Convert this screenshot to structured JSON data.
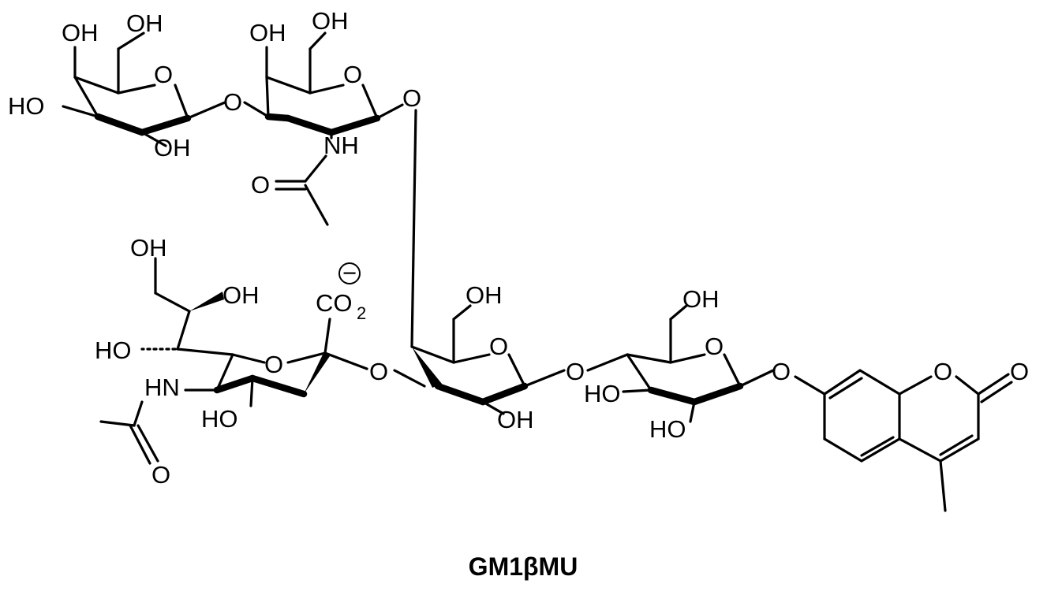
{
  "title": "GM1βMU",
  "atoms": {
    "OH": "OH",
    "HO": "HO",
    "O": "O",
    "NH": "NH",
    "HN": "HN",
    "CO": "CO",
    "sub2": "2",
    "charge": "−"
  }
}
